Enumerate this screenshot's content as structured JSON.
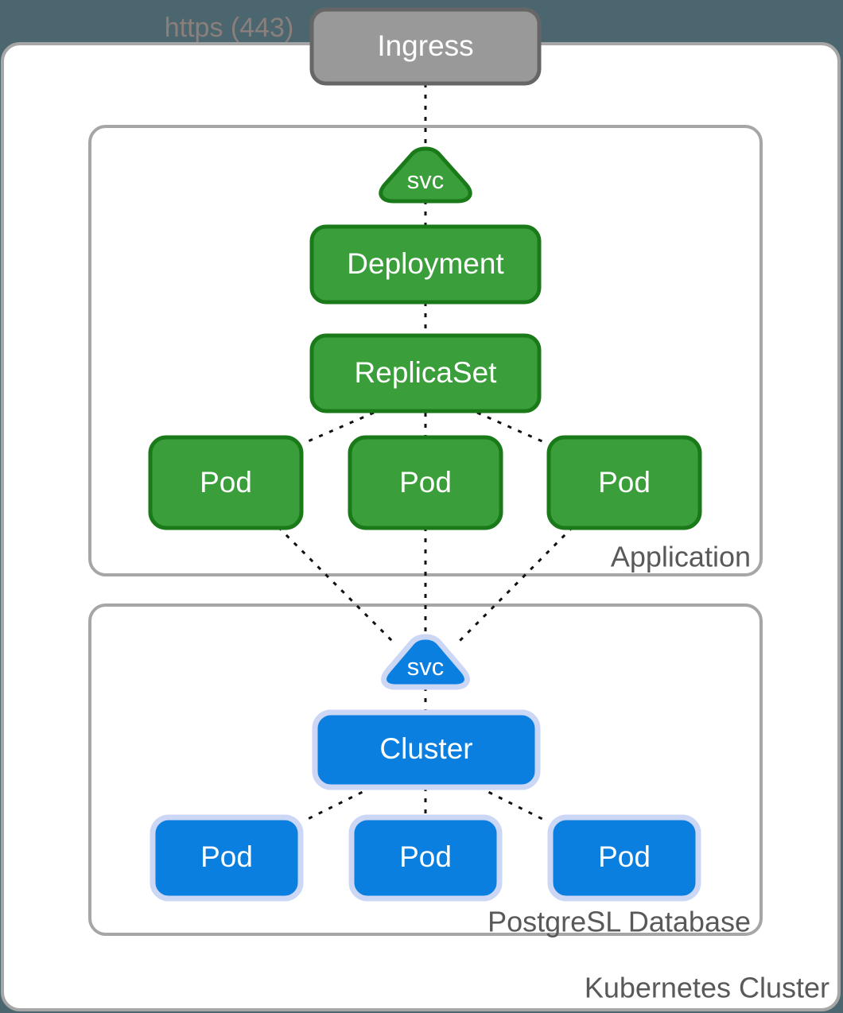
{
  "diagram": {
    "title": "Kubernetes Cluster",
    "background_color": "#4c6670",
    "edge_label": "https (443)",
    "ingress": {
      "label": "Ingress",
      "fill": "#999999",
      "stroke": "#666666",
      "text_color": "#ffffff"
    },
    "groups": [
      {
        "name": "application-group",
        "label": "Application",
        "stroke": "#a6a6a6",
        "fill": "#ffffff"
      },
      {
        "name": "database-group",
        "label": "PostgreSL Database",
        "stroke": "#a6a6a6",
        "fill": "#ffffff"
      }
    ],
    "outer_group": {
      "label": "Kubernetes Cluster",
      "stroke": "#a6a6a6",
      "fill": "#ffffff"
    },
    "application": {
      "service": {
        "label": "svc",
        "shape": "pentagon"
      },
      "deployment": {
        "label": "Deployment"
      },
      "replicaset": {
        "label": "ReplicaSet"
      },
      "pods": [
        {
          "label": "Pod"
        },
        {
          "label": "Pod"
        },
        {
          "label": "Pod"
        }
      ],
      "fill": "#3a9e3a",
      "stroke": "#1a7a1a",
      "text_color": "#ffffff"
    },
    "database": {
      "service": {
        "label": "svc",
        "shape": "pentagon"
      },
      "cluster": {
        "label": "Cluster"
      },
      "pods": [
        {
          "label": "Pod"
        },
        {
          "label": "Pod"
        },
        {
          "label": "Pod"
        }
      ],
      "fill": "#0a7fe0",
      "stroke": "#ccd6f5",
      "text_color": "#ffffff"
    },
    "connector": {
      "style": "dotted",
      "color": "#111111"
    }
  }
}
